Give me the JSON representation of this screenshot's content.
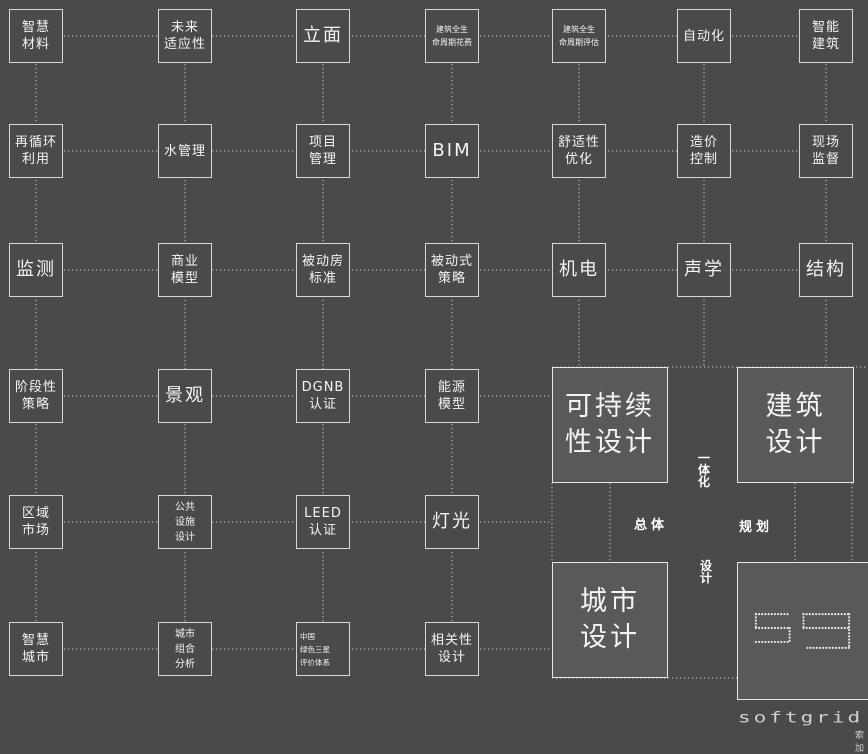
{
  "grid": {
    "r0": [
      "智慧\n材料",
      "未来\n适应性",
      "立面",
      "建筑全生\n命周期花费",
      "建筑全生\n命周期评估",
      "自动化",
      "智能\n建筑"
    ],
    "r1": [
      "再循环\n利用",
      "水管理",
      "项目\n管理",
      "BIM",
      "舒适性\n优化",
      "造价\n控制",
      "现场\n监督"
    ],
    "r2": [
      "监测",
      "商业\n模型",
      "被动房\n标准",
      "被动式\n策略",
      "机电",
      "声学",
      "结构"
    ],
    "r3": [
      "阶段性\n策略",
      "景观",
      "DGNB\n认证",
      "能源\n模型"
    ],
    "r4": [
      "区域\n市场",
      "公共\n设施\n设计",
      "LEED\n认证",
      "灯光"
    ],
    "r5": [
      "智慧\n城市",
      "城市\n组合\n分析",
      "中国\n绿色三星\n评价体系",
      "相关性\n设计"
    ]
  },
  "big": {
    "sustainable": "可持续\n性设计",
    "architecture": "建筑\n设计",
    "urban": "城市\n设计"
  },
  "center": {
    "overall": "总体",
    "planning": "规划",
    "integrated": "一\n体\n化",
    "design": "设\n计"
  },
  "brand": {
    "wordmark": "softgrid",
    "tagline": "索加"
  }
}
